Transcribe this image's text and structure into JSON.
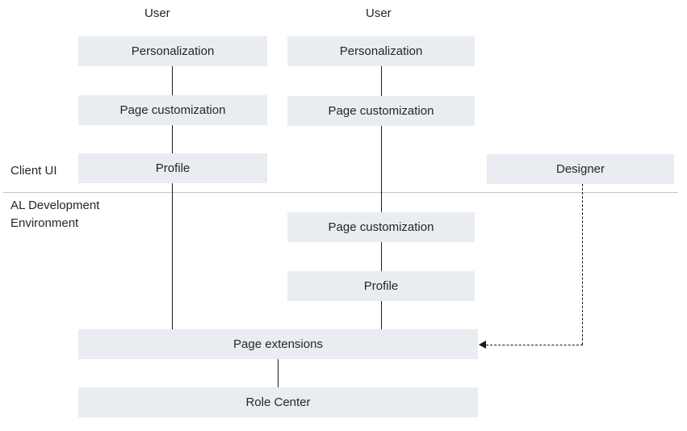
{
  "headers": {
    "user1": "User",
    "user2": "User"
  },
  "lanes": {
    "client_ui": "Client UI",
    "al_dev_1": "AL Development",
    "al_dev_2": "Environment"
  },
  "boxes": {
    "col1_personalization": "Personalization",
    "col1_page_customization": "Page customization",
    "col1_profile": "Profile",
    "col2_personalization": "Personalization",
    "col2_page_customization_top": "Page customization",
    "col2_page_customization_bottom": "Page customization",
    "col2_profile": "Profile",
    "designer": "Designer",
    "page_extensions": "Page extensions",
    "role_center": "Role Center"
  },
  "colors": {
    "box_fill": "#e9ecf1",
    "text": "#262626",
    "connector_line": "#1a1a1a",
    "divider_line": "#c4c4c4",
    "background": "#ffffff"
  }
}
